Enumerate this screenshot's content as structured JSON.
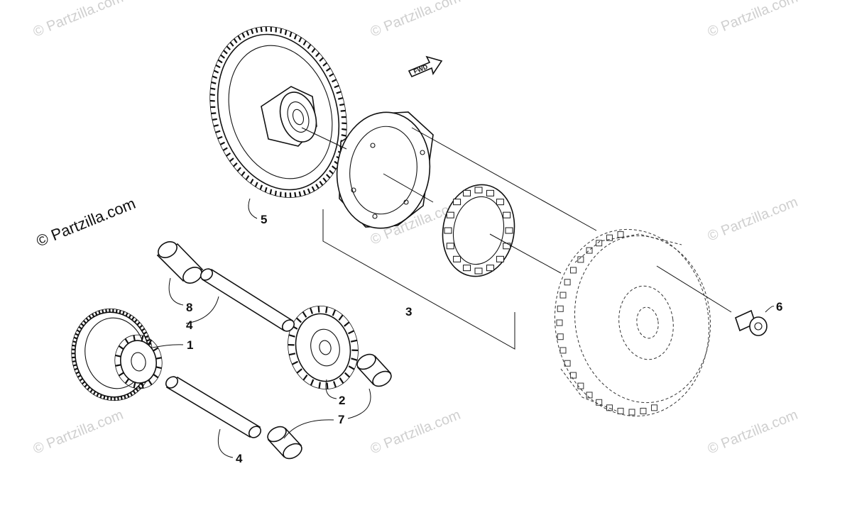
{
  "watermarks": {
    "primary": "© Partzilla.com",
    "faint": "© Partzilla.com"
  },
  "direction_indicator": "FWD",
  "callouts": {
    "c1": "1",
    "c2": "2",
    "c3": "3",
    "c4a": "4",
    "c4b": "4",
    "c5": "5",
    "c6": "6",
    "c7": "7",
    "c8": "8"
  }
}
